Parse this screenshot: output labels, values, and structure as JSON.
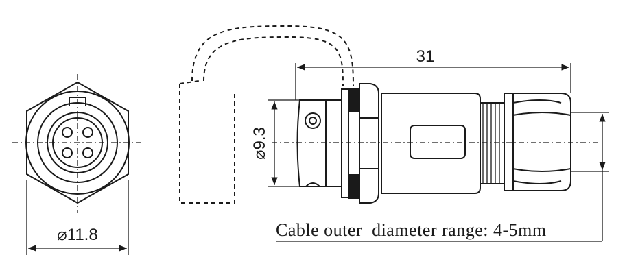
{
  "dimensions": {
    "front_diameter": "⌀11.8",
    "body_diameter": "⌀9.3",
    "overall_length": "31"
  },
  "note": "Cable outer  diameter range: 4-5mm"
}
